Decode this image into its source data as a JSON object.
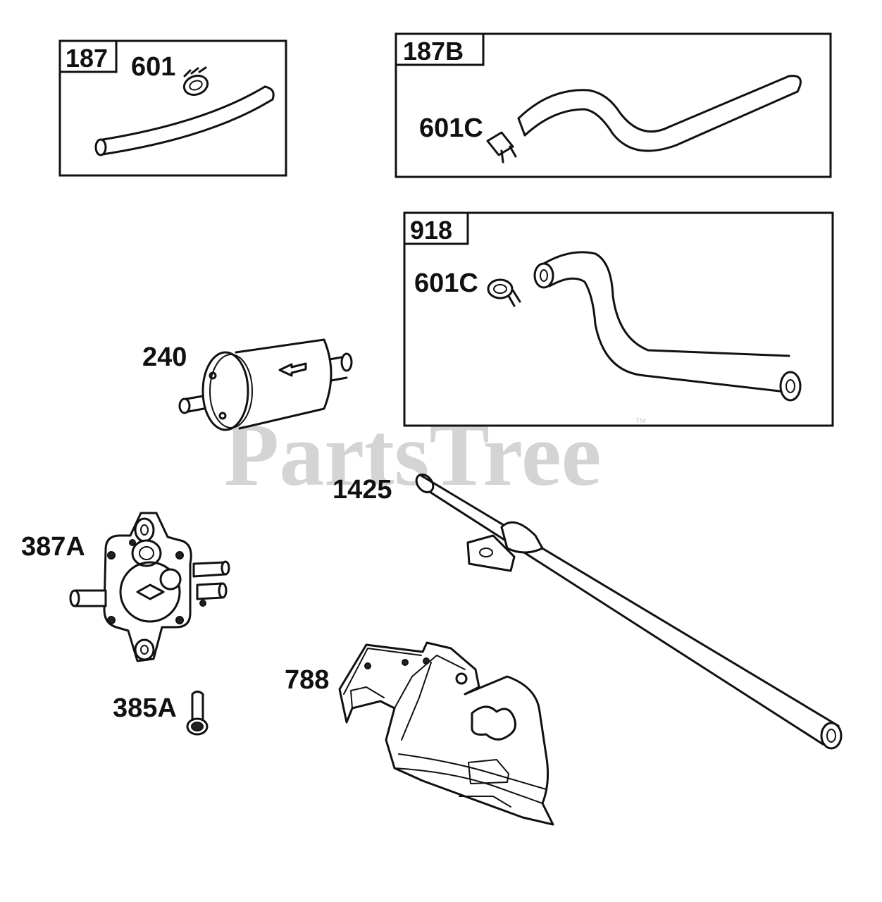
{
  "watermark": {
    "text": "PartsTree",
    "trademark": "™"
  },
  "groups": [
    {
      "id": "187",
      "clamp": "601"
    },
    {
      "id": "187B",
      "clamp": "601C"
    },
    {
      "id": "918",
      "clamp": "601C"
    }
  ],
  "parts": {
    "p240": "240",
    "p1425": "1425",
    "p387A": "387A",
    "p385A": "385A",
    "p788": "788"
  }
}
